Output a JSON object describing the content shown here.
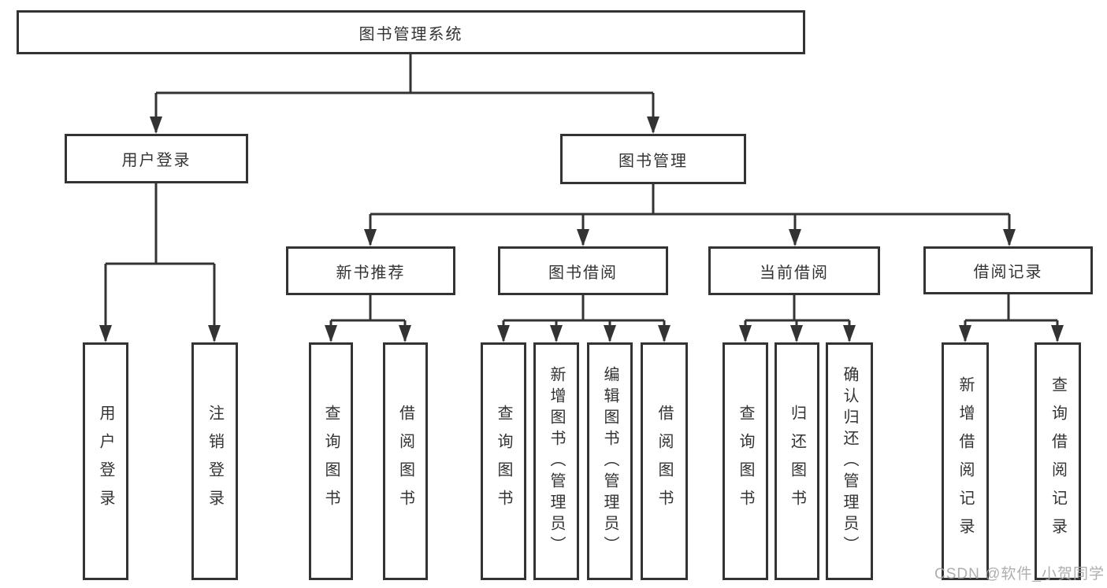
{
  "diagram": {
    "watermark": "CSDN @软件_小贺同学",
    "colors": {
      "line": "#333333",
      "text": "#333333",
      "background": "#ffffff",
      "watermark": "#a5a5a5"
    },
    "tree": {
      "root": {
        "label": "图书管理系统",
        "children": [
          {
            "label": "用户登录",
            "children": [
              {
                "label": "用户登录"
              },
              {
                "label": "注销登录"
              }
            ]
          },
          {
            "label": "图书管理",
            "children": [
              {
                "label": "新书推荐",
                "children": [
                  {
                    "label": "查询图书"
                  },
                  {
                    "label": "借阅图书"
                  }
                ]
              },
              {
                "label": "图书借阅",
                "children": [
                  {
                    "label": "查询图书"
                  },
                  {
                    "label": "新增图书（管理员）"
                  },
                  {
                    "label": "编辑图书（管理员）"
                  },
                  {
                    "label": "借阅图书"
                  }
                ]
              },
              {
                "label": "当前借阅",
                "children": [
                  {
                    "label": "查询图书"
                  },
                  {
                    "label": "归还图书"
                  },
                  {
                    "label": "确认归还（管理员）"
                  }
                ]
              },
              {
                "label": "借阅记录",
                "children": [
                  {
                    "label": "新增借阅记录"
                  },
                  {
                    "label": "查询借阅记录"
                  }
                ]
              }
            ]
          }
        ]
      }
    }
  }
}
